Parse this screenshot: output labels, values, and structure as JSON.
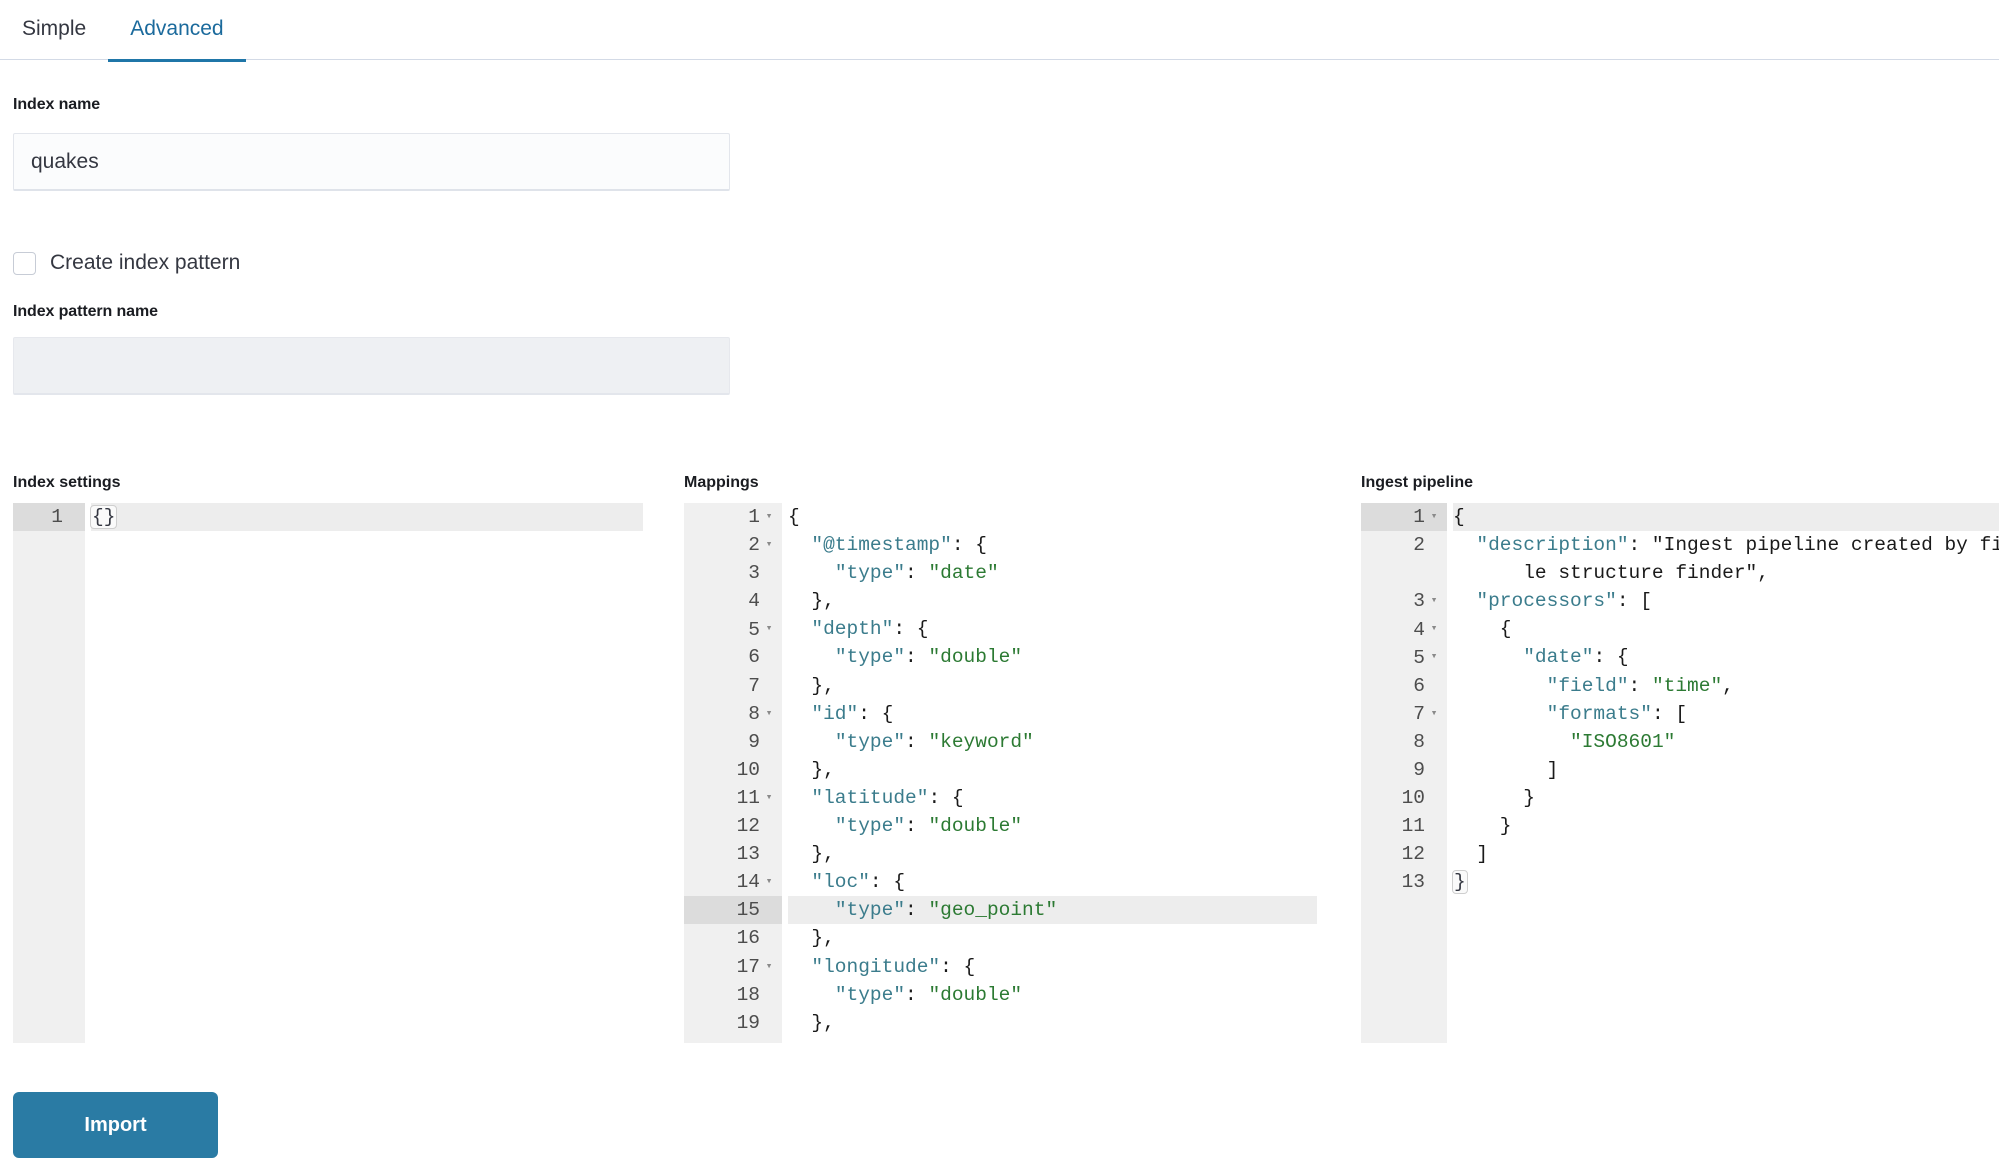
{
  "tabs": [
    {
      "label": "Simple",
      "active": false
    },
    {
      "label": "Advanced",
      "active": true
    }
  ],
  "form": {
    "index_name_label": "Index name",
    "index_name_value": "quakes",
    "create_index_pattern_label": "Create index pattern",
    "create_index_pattern_checked": false,
    "index_pattern_name_label": "Index pattern name",
    "index_pattern_name_value": "",
    "index_pattern_name_placeholder": ""
  },
  "editors": {
    "index_settings": {
      "title": "Index settings",
      "active_line": 1,
      "lines": [
        {
          "num": "1",
          "fold": false,
          "text": "{}"
        }
      ]
    },
    "mappings": {
      "title": "Mappings",
      "active_line": 15,
      "lines": [
        {
          "num": "1",
          "fold": true,
          "text": "{"
        },
        {
          "num": "2",
          "fold": true,
          "text": "  \"@timestamp\": {"
        },
        {
          "num": "3",
          "fold": false,
          "text": "    \"type\": \"date\""
        },
        {
          "num": "4",
          "fold": false,
          "text": "  },"
        },
        {
          "num": "5",
          "fold": true,
          "text": "  \"depth\": {"
        },
        {
          "num": "6",
          "fold": false,
          "text": "    \"type\": \"double\""
        },
        {
          "num": "7",
          "fold": false,
          "text": "  },"
        },
        {
          "num": "8",
          "fold": true,
          "text": "  \"id\": {"
        },
        {
          "num": "9",
          "fold": false,
          "text": "    \"type\": \"keyword\""
        },
        {
          "num": "10",
          "fold": false,
          "text": "  },"
        },
        {
          "num": "11",
          "fold": true,
          "text": "  \"latitude\": {"
        },
        {
          "num": "12",
          "fold": false,
          "text": "    \"type\": \"double\""
        },
        {
          "num": "13",
          "fold": false,
          "text": "  },"
        },
        {
          "num": "14",
          "fold": true,
          "text": "  \"loc\": {"
        },
        {
          "num": "15",
          "fold": false,
          "text": "    \"type\": \"geo_point\""
        },
        {
          "num": "16",
          "fold": false,
          "text": "  },"
        },
        {
          "num": "17",
          "fold": true,
          "text": "  \"longitude\": {"
        },
        {
          "num": "18",
          "fold": false,
          "text": "    \"type\": \"double\""
        },
        {
          "num": "19",
          "fold": false,
          "text": "  },"
        }
      ]
    },
    "ingest_pipeline": {
      "title": "Ingest pipeline",
      "active_line": 1,
      "lines": [
        {
          "num": "1",
          "fold": true,
          "text": "{"
        },
        {
          "num": "2",
          "fold": false,
          "text": "  \"description\": \"Ingest pipeline created by file structure finder\","
        },
        {
          "num": "3",
          "fold": true,
          "text": "  \"processors\": ["
        },
        {
          "num": "4",
          "fold": true,
          "text": "    {"
        },
        {
          "num": "5",
          "fold": true,
          "text": "      \"date\": {"
        },
        {
          "num": "6",
          "fold": false,
          "text": "        \"field\": \"time\","
        },
        {
          "num": "7",
          "fold": true,
          "text": "        \"formats\": ["
        },
        {
          "num": "8",
          "fold": false,
          "text": "          \"ISO8601\""
        },
        {
          "num": "9",
          "fold": false,
          "text": "        ]"
        },
        {
          "num": "10",
          "fold": false,
          "text": "      }"
        },
        {
          "num": "11",
          "fold": false,
          "text": "    }"
        },
        {
          "num": "12",
          "fold": false,
          "text": "  ]"
        },
        {
          "num": "13",
          "fold": false,
          "text": "}"
        }
      ]
    }
  },
  "actions": {
    "import_label": "Import"
  },
  "colors": {
    "accent": "#1f76a8",
    "button": "#2a7ba4",
    "json_key": "#3b7c8c",
    "json_string": "#2c7a33",
    "gutter_bg": "#f0f0f0",
    "active_line_bg": "#ededed"
  },
  "icons": {
    "fold_arrow": "▾"
  }
}
